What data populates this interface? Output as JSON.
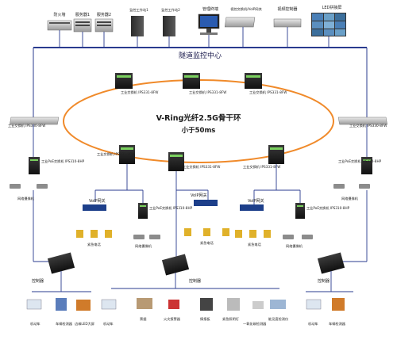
{
  "top_devices": [
    "防火墙",
    "服务器1",
    "服务器2",
    "监控工作站1",
    "监控工作站2",
    "管理终端",
    "视控交换机/VoIP网关",
    "视频控制器",
    "LED拼接屏"
  ],
  "center_label": "隧道监控中心",
  "ring": {
    "title": "V-Ring光纤2.5G骨干环",
    "subtitle": "小于50ms"
  },
  "ring_switch_label": "工业交换机\nIPS331-8FW",
  "side_switch_label": "工业交换机\nIPS330-8FW",
  "poe_switch_label": "工业PoE交换机\nIPS310-8HP",
  "voip_label": "VoIP网关",
  "camera_label": "网络摄像机",
  "phone_label": "紧急电话",
  "controller_label": "控制器",
  "field_devices_left": [
    "机动车",
    "车辆检测器",
    "边缘LED大屏"
  ],
  "field_devices_mid": [
    "机动车",
    "票据",
    "火灾报警器",
    "情报板",
    "紧急照明灯",
    "一氧化碳检测器",
    "能见度检测仪"
  ],
  "field_devices_right": [
    "机动车",
    "车辆检测器"
  ]
}
